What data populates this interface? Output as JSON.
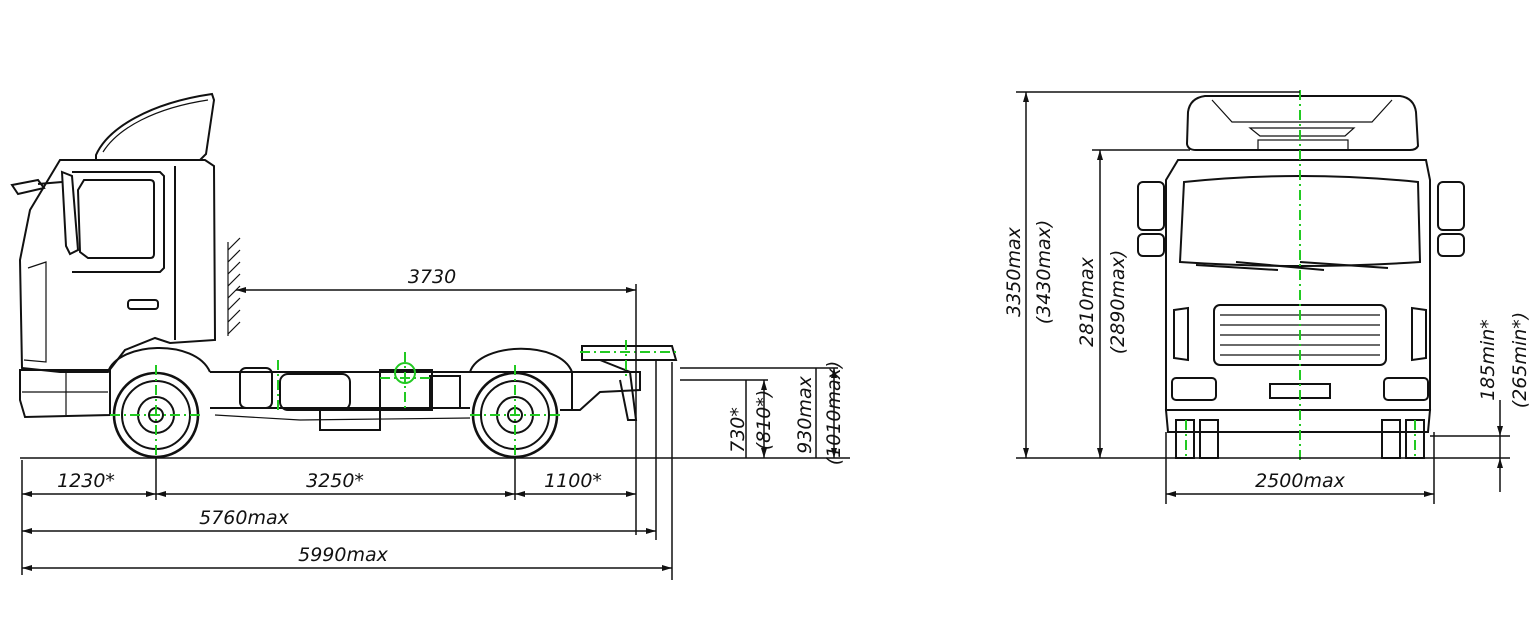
{
  "colors": {
    "line": "#111111",
    "centerline": "#22c922",
    "background": "#ffffff"
  },
  "side_view": {
    "dimensions": {
      "platform_length": "3730",
      "front_overhang": "1230*",
      "wheelbase": "3250*",
      "rear_overhang": "1100*",
      "frame_length": "5760max",
      "overall_length": "5990max",
      "frame_height": "730*",
      "frame_height_alt": "(810*)",
      "fifth_wheel_height": "930max",
      "fifth_wheel_height_alt": "(1010max)"
    }
  },
  "front_view": {
    "dimensions": {
      "overall_height": "3350max",
      "overall_height_alt": "(3430max)",
      "cab_height": "2810max",
      "cab_height_alt": "(2890max)",
      "ground_clearance": "185min*",
      "ground_clearance_alt": "(265min*)",
      "overall_width": "2500max"
    }
  }
}
